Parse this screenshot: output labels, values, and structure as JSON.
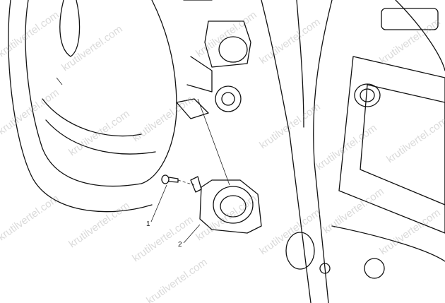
{
  "diagram": {
    "watermark": "krutilvertel.com",
    "callouts": [
      {
        "id": "1",
        "label": "1"
      },
      {
        "id": "2",
        "label": "2"
      }
    ]
  }
}
